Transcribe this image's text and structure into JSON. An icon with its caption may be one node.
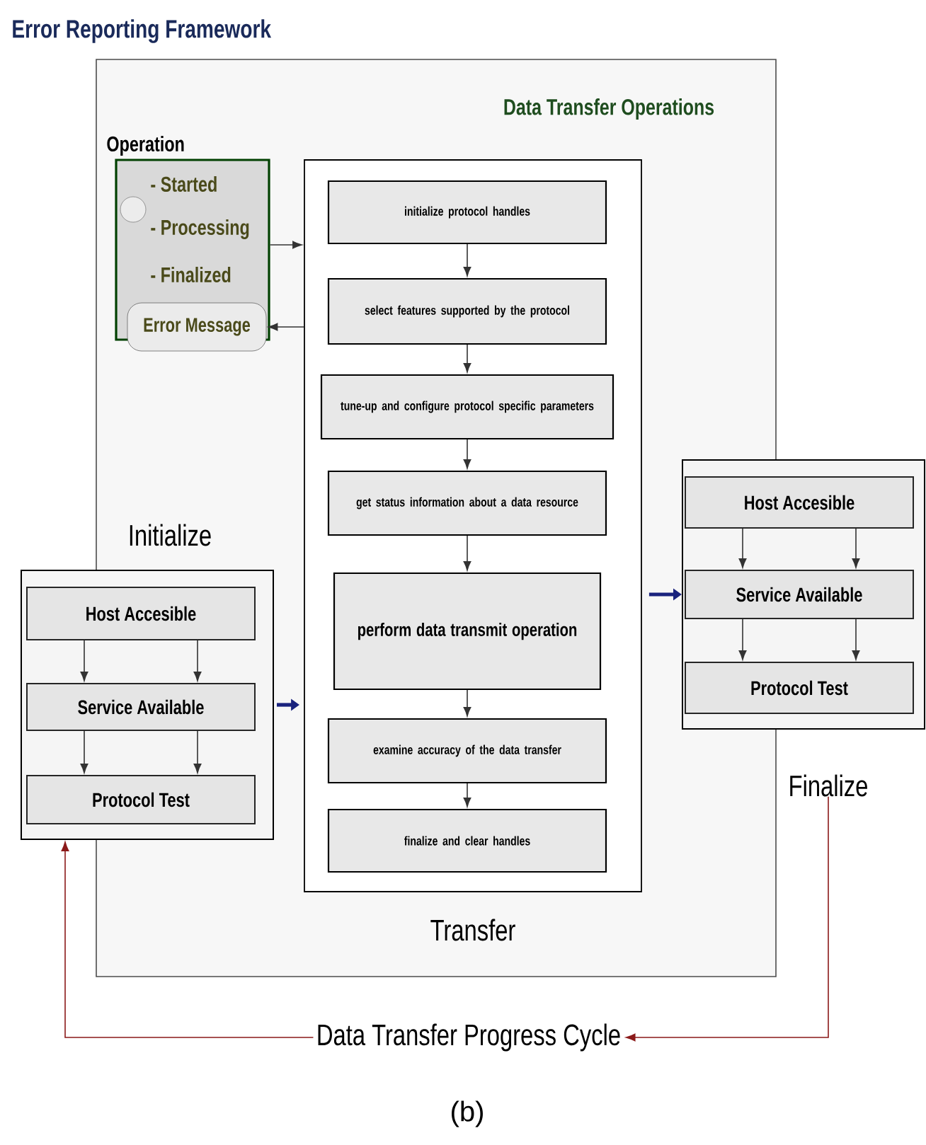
{
  "diagram": {
    "title": "Error Reporting Framework",
    "nodes": [
      {
        "text": [
          "Data Transfer Operations"
        ]
      },
      {
        "text": [
          "Operation",
          "- Started",
          "- Processing",
          "- Finalized"
        ],
        "in": 0
      },
      {
        "text": [],
        "shape": "circle",
        "in": 1
      },
      {
        "text": [
          "Error Message"
        ],
        "in": 1
      },
      {
        "text": [
          "Transfer"
        ],
        "in": 0
      },
      {
        "text": [
          "initialize protocol handles"
        ],
        "in": 4
      },
      {
        "text": [
          "select features supported by the protocol"
        ],
        "in": 4
      },
      {
        "text": [
          "tune-up and configure protocol specific parameters"
        ],
        "in": 4
      },
      {
        "text": [
          "get status information about a data resource"
        ],
        "in": 4
      },
      {
        "text": [
          "perform data transmit operation"
        ],
        "in": 4
      },
      {
        "text": [
          "examine accuracy of the data transfer"
        ],
        "in": 4
      },
      {
        "text": [
          "finalize and clear handles"
        ],
        "in": 4
      },
      {
        "text": [],
        "shape": "box"
      },
      {
        "text": [
          "Host Accesible"
        ],
        "in": 12
      },
      {
        "text": [
          "Service Available"
        ],
        "in": 12
      },
      {
        "text": [
          "Protocol Test"
        ],
        "in": 12
      },
      {
        "text": [
          "Finalize"
        ]
      },
      {
        "text": [
          "Host Accesible"
        ],
        "in": 16
      },
      {
        "text": [
          "Service Available"
        ],
        "in": 16
      },
      {
        "text": [
          "Protocol Test"
        ],
        "in": 16
      },
      {
        "text": [
          "Data Transfer Progress Cycle"
        ]
      }
    ],
    "edges": [
      {
        "from": 1,
        "to": 4,
        "arrow": "to"
      },
      {
        "from": 4,
        "to": 3,
        "arrow": "to"
      },
      {
        "from": 5,
        "to": 6,
        "arrow": "to"
      },
      {
        "from": 6,
        "to": 7,
        "arrow": "to"
      },
      {
        "from": 7,
        "to": 8,
        "arrow": "to"
      },
      {
        "from": 8,
        "to": 9,
        "arrow": "to"
      },
      {
        "from": 9,
        "to": 10,
        "arrow": "to"
      },
      {
        "from": 10,
        "to": 11,
        "arrow": "to"
      },
      {
        "from": 13,
        "to": 14,
        "arrow": "to"
      },
      {
        "from": 13,
        "to": 14,
        "arrow": "to"
      },
      {
        "from": 14,
        "to": 15,
        "arrow": "to"
      },
      {
        "from": 14,
        "to": 15,
        "arrow": "to"
      },
      {
        "from": 17,
        "to": 18,
        "arrow": "to"
      },
      {
        "from": 17,
        "to": 18,
        "arrow": "to"
      },
      {
        "from": 18,
        "to": 19,
        "arrow": "to"
      },
      {
        "from": 18,
        "to": 19,
        "arrow": "to"
      },
      {
        "from": 12,
        "to": 4,
        "arrow": "to",
        "style": "thick",
        "color": "#1a237e"
      },
      {
        "from": 4,
        "to": 16,
        "arrow": "to",
        "style": "thick",
        "color": "#1a237e"
      },
      {
        "from": 16,
        "to": 20,
        "arrow": "to",
        "color": "#8b1a1a"
      },
      {
        "from": 20,
        "to": 12,
        "arrow": "to",
        "color": "#8b1a1a"
      }
    ],
    "labels": [
      "Initialize",
      "(b)"
    ]
  }
}
